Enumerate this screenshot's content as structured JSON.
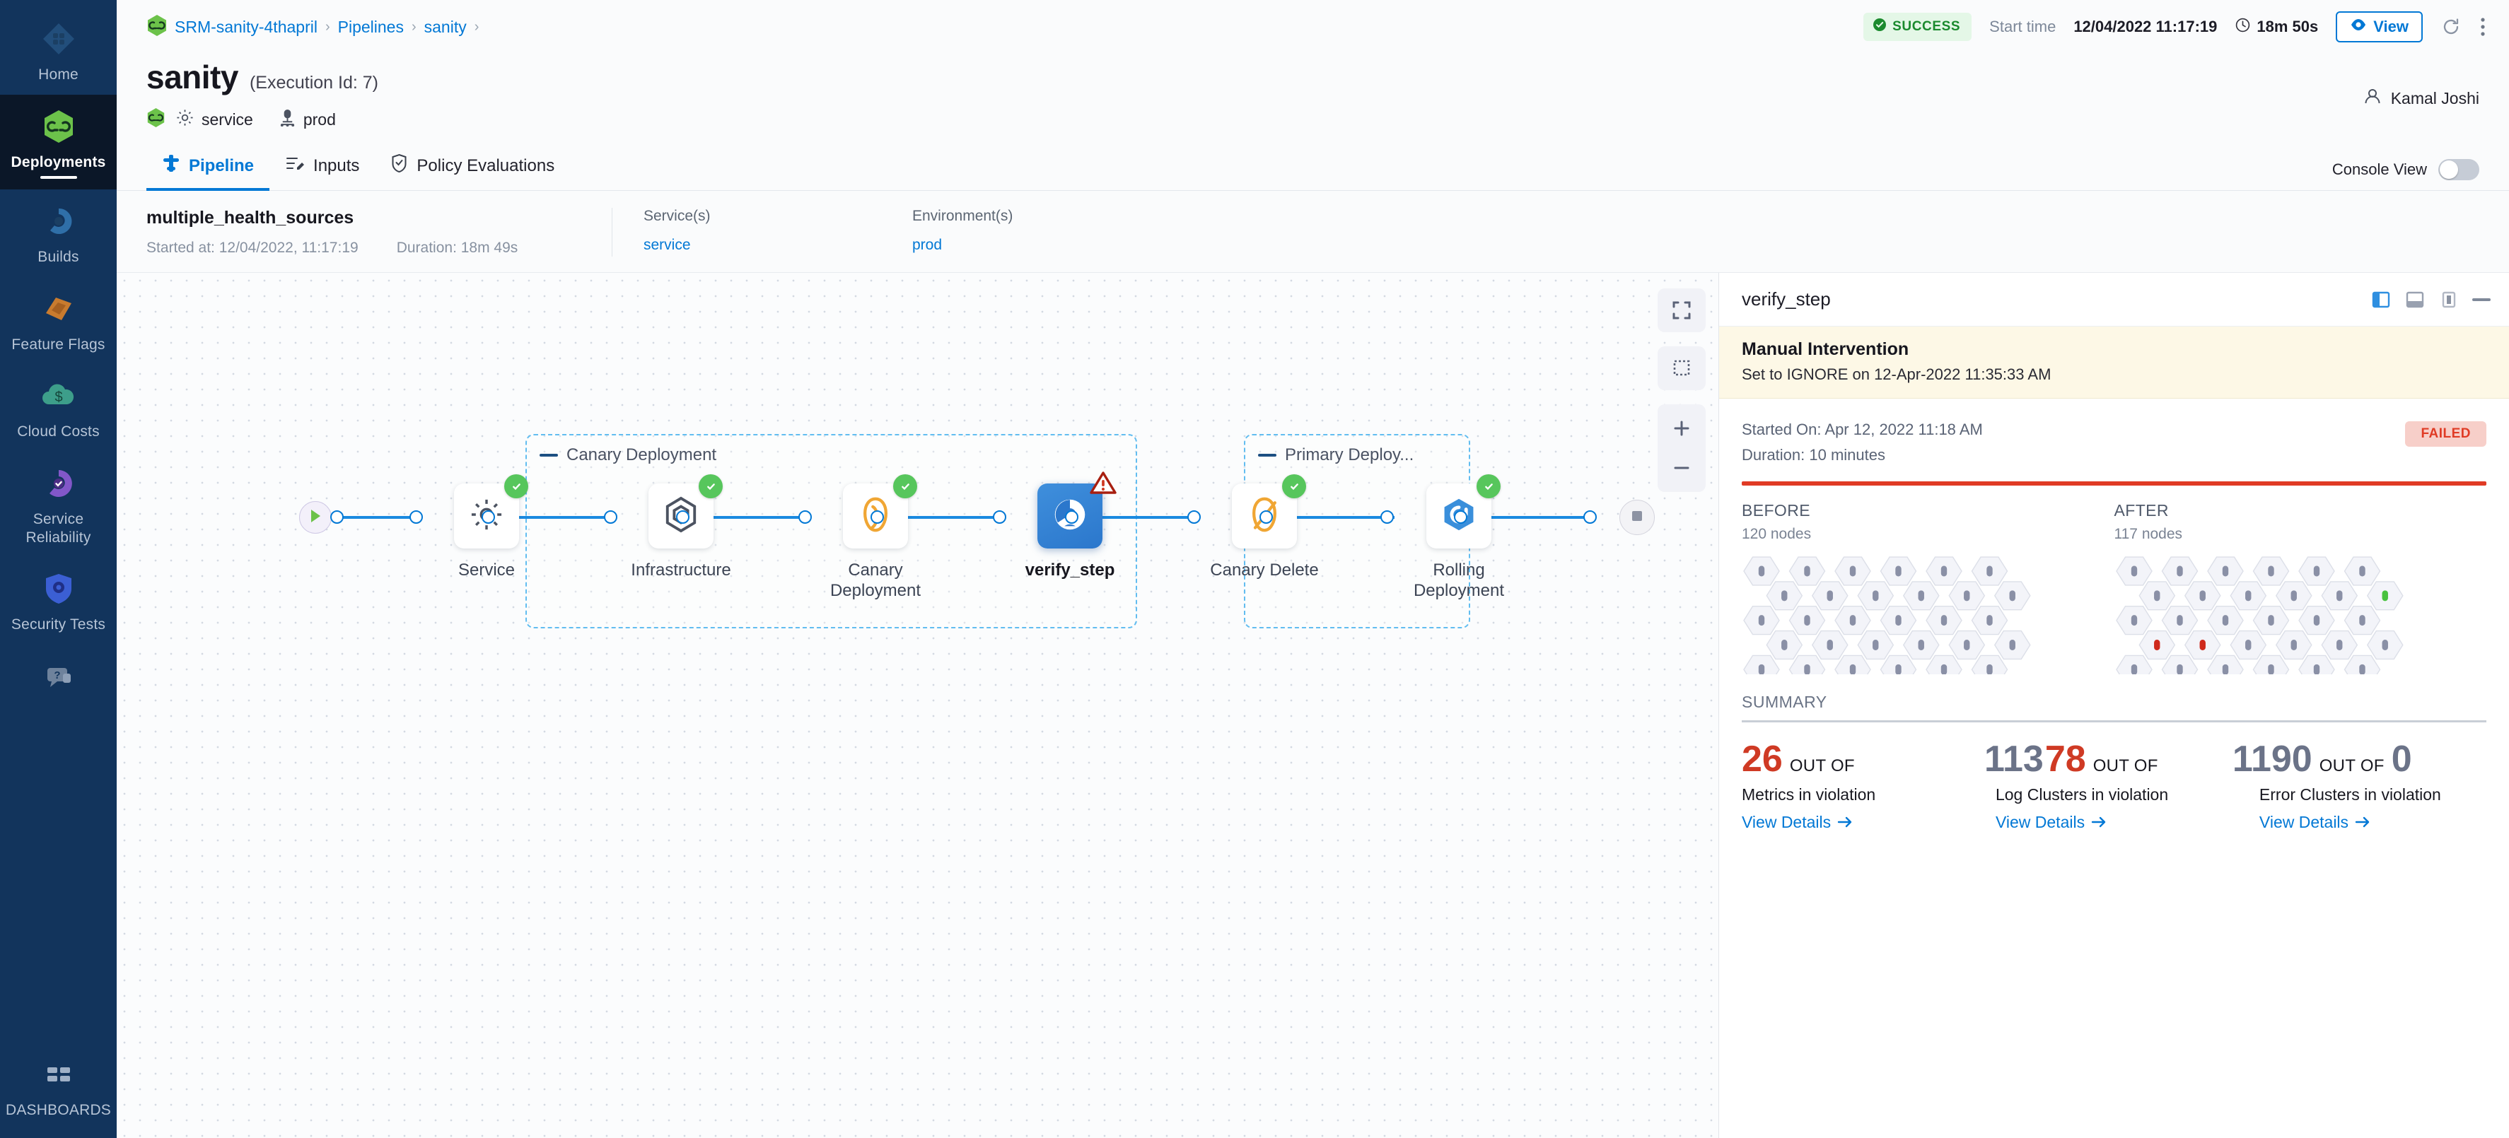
{
  "sidebar": {
    "items": [
      {
        "label": "Home",
        "icon": "home-grid-icon",
        "active": false
      },
      {
        "label": "Deployments",
        "icon": "deployments-hexagon-icon",
        "active": true
      },
      {
        "label": "Builds",
        "icon": "builds-icon",
        "active": false
      },
      {
        "label": "Feature Flags",
        "icon": "feature-flags-icon",
        "active": false
      },
      {
        "label": "Cloud Costs",
        "icon": "cloud-costs-icon",
        "active": false
      },
      {
        "label": "Service Reliability",
        "icon": "service-reliability-icon",
        "active": false
      },
      {
        "label": "Security Tests",
        "icon": "security-tests-icon",
        "active": false
      }
    ],
    "help_icon": "help-chat-icon",
    "dashboards_label": "DASHBOARDS",
    "dashboards_icon": "dashboards-grid-icon"
  },
  "header": {
    "breadcrumbs": [
      "SRM-sanity-4thapril",
      "Pipelines",
      "sanity"
    ],
    "breadcrumb_icon": "harness-module-icon",
    "status_badge": "SUCCESS",
    "status_icon": "check-circle-icon",
    "start_time_label": "Start time",
    "start_time_value": "12/04/2022 11:17:19",
    "duration_icon": "clock-icon",
    "duration_value": "18m 50s",
    "view_button": "View",
    "view_button_icon": "eye-icon",
    "refresh_icon": "refresh-icon",
    "more_icon": "kebab-menu-icon"
  },
  "title": {
    "name": "sanity",
    "execution_id": "(Execution Id: 7)",
    "module_icon": "harness-module-icon",
    "service_icon": "gear-icon",
    "service": "service",
    "environment_icon": "environment-icon",
    "environment": "prod",
    "user_icon": "user-avatar-icon",
    "user": "Kamal Joshi"
  },
  "tabs": {
    "items": [
      {
        "label": "Pipeline",
        "icon": "pipeline-icon",
        "active": true
      },
      {
        "label": "Inputs",
        "icon": "inputs-icon",
        "active": false
      },
      {
        "label": "Policy Evaluations",
        "icon": "policy-shield-icon",
        "active": false
      }
    ],
    "console_view_label": "Console View",
    "console_view_on": false
  },
  "execution": {
    "stage_name": "multiple_health_sources",
    "started_at": "Started at: 12/04/2022, 11:17:19",
    "duration": "Duration: 18m 49s",
    "services_header": "Service(s)",
    "services_value": "service",
    "environments_header": "Environment(s)",
    "environments_value": "prod"
  },
  "canvas": {
    "tools": [
      {
        "name": "fit-to-screen-icon"
      },
      {
        "name": "selection-box-icon"
      },
      {
        "name": "zoom-in-icon"
      },
      {
        "name": "zoom-out-icon"
      }
    ],
    "groups": [
      {
        "title": "Canary Deployment"
      },
      {
        "title": "Primary Deploy..."
      }
    ],
    "nodes": [
      {
        "label": "Service",
        "icon": "gear-icon",
        "status": "success",
        "selected": false
      },
      {
        "label": "Infrastructure",
        "icon": "infrastructure-hexagon-icon",
        "status": "success",
        "selected": false
      },
      {
        "label": "Canary Deployment",
        "icon": "canary-bird-icon",
        "status": "success",
        "selected": false
      },
      {
        "label": "verify_step",
        "icon": "verify-icon",
        "status": "warning",
        "selected": true
      },
      {
        "label": "Canary Delete",
        "icon": "canary-delete-icon",
        "status": "success",
        "selected": false
      },
      {
        "label": "Rolling Deployment",
        "icon": "rolling-deployment-icon",
        "status": "success",
        "selected": false
      }
    ],
    "start_icon": "play-icon",
    "end_icon": "stop-icon"
  },
  "panel": {
    "title": "verify_step",
    "view_modes": [
      "panel-right-icon",
      "panel-bottom-icon",
      "panel-full-icon"
    ],
    "minimize_icon": "minimize-icon",
    "banner": {
      "title": "Manual Intervention",
      "subtitle": "Set to IGNORE on 12-Apr-2022 11:35:33 AM"
    },
    "started_on": "Started On: Apr 12, 2022 11:18 AM",
    "duration": "Duration: 10 minutes",
    "status": "FAILED",
    "before": {
      "label": "BEFORE",
      "nodes": "120 nodes",
      "count": 120
    },
    "after": {
      "label": "AFTER",
      "nodes": "117 nodes",
      "count": 117
    },
    "summary_label": "SUMMARY",
    "summary": [
      {
        "primary": "26",
        "primary_color": "red",
        "secondary": "",
        "secondary_color": "gray",
        "out_of": "OUT OF",
        "description": "Metrics in violation",
        "link": "View Details"
      },
      {
        "primary": "113",
        "primary_color": "gray",
        "secondary": "78",
        "secondary_color": "red",
        "out_of": "OUT OF",
        "description": "Log Clusters in violation",
        "link": "View Details"
      },
      {
        "primary": "1190",
        "primary_color": "gray",
        "secondary": "0",
        "secondary_color": "gray",
        "out_of": "OUT OF",
        "description": "Error Clusters in violation",
        "link": "View Details"
      }
    ]
  },
  "colors": {
    "accent_blue": "#0278d5",
    "success_green": "#57c65c",
    "fail_red": "#e03b25",
    "nav_bg": "#12345c"
  }
}
